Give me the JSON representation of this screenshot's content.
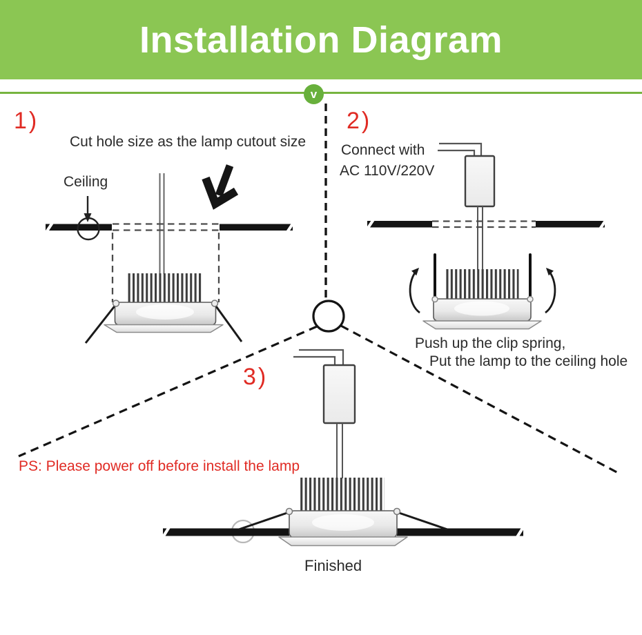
{
  "title": "Installation Diagram",
  "badge": "v",
  "colors": {
    "banner-green": "#8bc653",
    "rule-green": "#76b43f",
    "badge-green": "#68b03c",
    "accent-red": "#e02b24",
    "ink": "#2a2a2a"
  },
  "step1": {
    "number": "1)",
    "caption": "Cut hole size as the lamp cutout size",
    "ceiling_label": "Ceiling"
  },
  "step2": {
    "number": "2)",
    "caption_line1": "Connect with",
    "caption_line2": "AC 110V/220V",
    "note_line1": "Push up the clip spring,",
    "note_line2": "Put the lamp to the ceiling hole"
  },
  "step3": {
    "number": "3)",
    "warning": "PS: Please power off before install the lamp",
    "finished": "Finished"
  }
}
